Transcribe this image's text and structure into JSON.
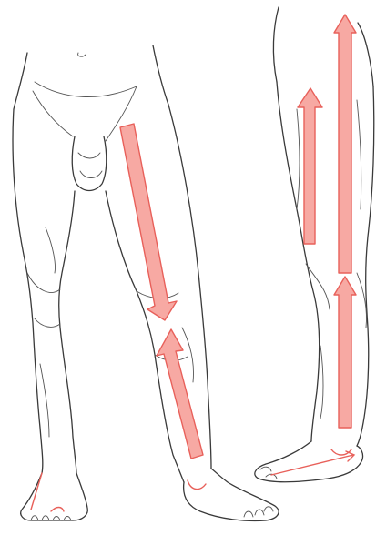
{
  "figure": {
    "background_color": "#ffffff",
    "arrow_fill": "#f7a9a3",
    "arrow_stroke": "#e8605a",
    "line_color": "#3a3a3a",
    "front_view": {
      "arrows": [
        {
          "id": "front-thigh-down-arrow",
          "direction": "down"
        },
        {
          "id": "front-shin-up-arrow",
          "direction": "up"
        }
      ],
      "small_marks": [
        "front-ankle-curve-mark",
        "front-left-foot-toe-marks"
      ]
    },
    "side_view": {
      "arrows": [
        {
          "id": "side-back-thigh-up-arrow",
          "direction": "up"
        },
        {
          "id": "side-front-long-up-arrow",
          "direction": "up"
        },
        {
          "id": "side-shin-up-arrow",
          "direction": "up"
        }
      ],
      "small_marks": [
        "side-heel-curve-mark",
        "side-foot-sole-arrow"
      ]
    }
  }
}
